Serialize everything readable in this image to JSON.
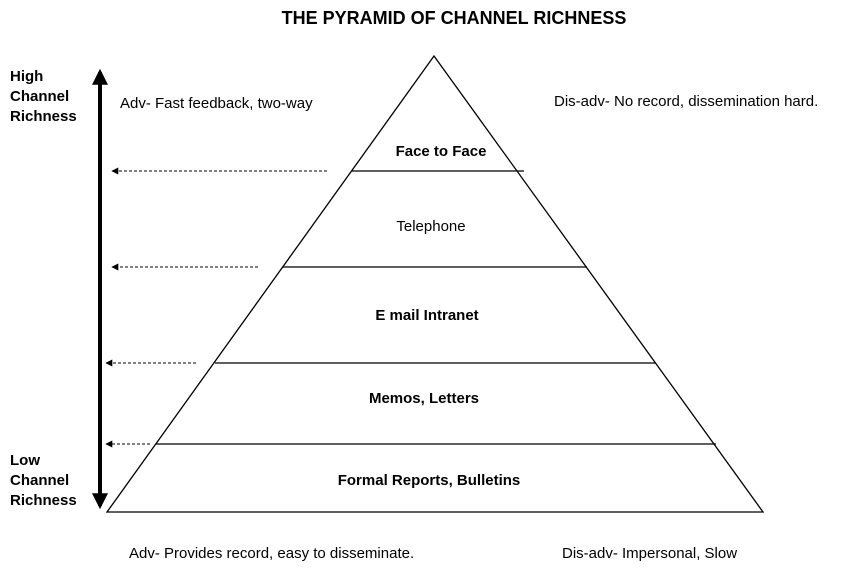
{
  "title": "THE PYRAMID OF CHANNEL RICHNESS",
  "axis": {
    "high_label": "High Channel Richness",
    "low_label": "Low Channel Richness"
  },
  "top_notes": {
    "advantage": "Adv- Fast feedback, two-way",
    "disadvantage": "Dis-adv- No record, dissemination hard."
  },
  "bottom_notes": {
    "advantage": "Adv- Provides record, easy to disseminate.",
    "disadvantage": "Dis-adv- Impersonal, Slow"
  },
  "tiers": [
    {
      "label": "Face to Face"
    },
    {
      "label": "Telephone"
    },
    {
      "label": "E mail Intranet"
    },
    {
      "label": "Memos, Letters"
    },
    {
      "label": "Formal Reports, Bulletins"
    }
  ],
  "colors": {
    "line": "#000000",
    "background": "#ffffff"
  }
}
